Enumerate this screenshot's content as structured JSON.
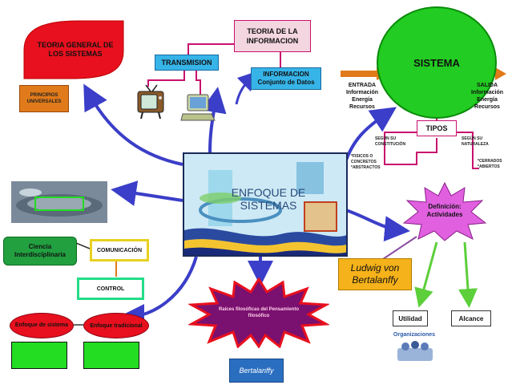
{
  "nodes": {
    "teoria_general": "TEORIA GENERAL DE LOS SISTEMAS",
    "principios": "PRINCIPIOS UNIVERSALES",
    "transmision": "TRANSMISION",
    "teoria_info": "TEORIA DE LA INFORMACION",
    "informacion": "INFORMACION Conjunto de Datos",
    "sistema": "SISTEMA",
    "entrada": "ENTRADA Información Energía Recursos",
    "salida": "SALIDA Información Energía Recursos",
    "tipos": "TIPOS",
    "segun_constitucion": "SEGÚN SU CONSTITUCIÓN",
    "segun_naturaleza": "SEGÚN SU NATURALEZA",
    "fisicos": "*FISICOS O CONCRETOS *ABSTRACTOS",
    "cerrados": "*CERRADOS *ABIERTOS",
    "definicion": "Definición: Actividades",
    "ludwig": "Ludwig von Bertalanffy",
    "utilidad": "Utilidad",
    "alcance": "Alcance",
    "organizaciones": "Organizaciones",
    "enfoque": "ENFOQUE DE SISTEMAS",
    "raices": "Raíces filosóficas del Pensamiento filosófico",
    "bertalanffy": "Bertalanffy",
    "ciencia": "Ciencia Interdisciplinaria",
    "comunicacion": "COMUNICACIÓN",
    "control": "CONTROL",
    "enfoque_sistema": "Enfoque de sistema",
    "enfoque_tradicional": "Enfoque tradicional"
  },
  "colors": {
    "arrow_blue": "#3b3ec8",
    "red": "#e8101e",
    "green": "#22cc22",
    "magenta": "#c8106e",
    "cyan": "#36b4e8",
    "orange": "#e07a1a"
  }
}
